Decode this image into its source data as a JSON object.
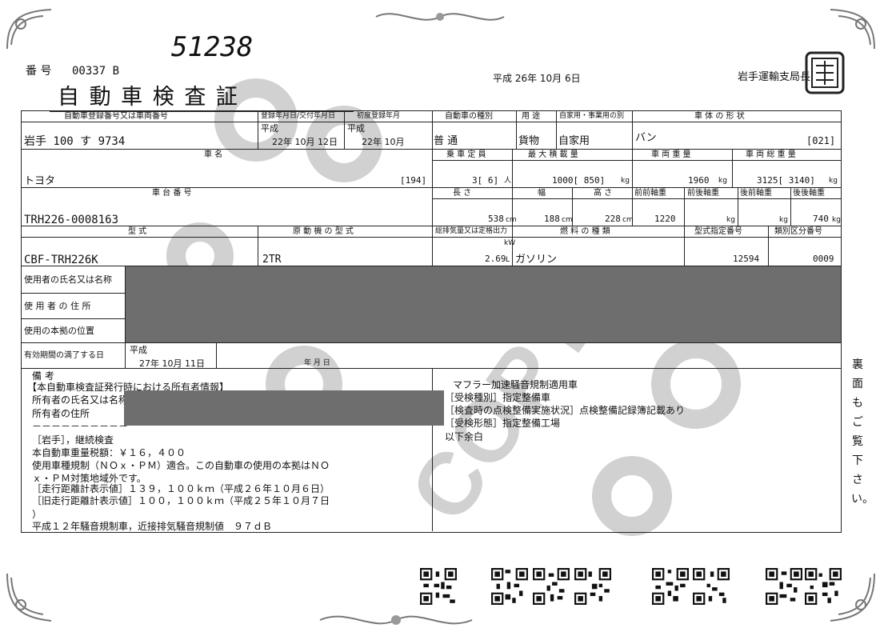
{
  "handwritten_number": "51238",
  "doc_number_label": "番 号",
  "doc_number": "00337 B",
  "title": "自 動 車 検 査 証",
  "issue_date": "平成 26年 10月 6日",
  "issuer": "岩手運輸支局長",
  "headers": {
    "reg_no": "自動車登録番号又は車両番号",
    "reg_date": "登録年月日/交付年月日",
    "first_reg": "初度登録年月",
    "vehicle_kind": "自動車の種別",
    "use": "用 途",
    "private_commercial": "自家用・事業用の別",
    "body_shape": "車 体 の 形 状",
    "maker": "車 名",
    "capacity": "乗 車 定 員",
    "max_load": "最 大 積 載 量",
    "vehicle_weight": "車 両 重 量",
    "gross_weight": "車 両 総 重 量",
    "chassis_no": "車 台 番 号",
    "length": "長 さ",
    "width": "幅",
    "height": "高 さ",
    "ff_axle": "前前軸重",
    "fr_axle": "前後軸重",
    "rf_axle": "後前軸重",
    "rr_axle": "後後軸重",
    "model": "型 式",
    "engine_model": "原 動 機 の 型 式",
    "displacement": "総排気量又は定格出力",
    "fuel": "燃 料 の 種 類",
    "type_designation": "型式指定番号",
    "category_no": "類別区分番号",
    "user_name": "使用者の氏名又は名称",
    "user_address": "使 用 者 の 住 所",
    "base_location": "使用の本拠の位置",
    "expiry": "有効期間の満了する日",
    "remarks": "備 考"
  },
  "values": {
    "reg_no": "岩手 100 す 9734",
    "reg_era": "平成",
    "reg_date": "22年 10月 12日",
    "first_reg_era": "平成",
    "first_reg": "22年 10月",
    "vehicle_kind": "普 通",
    "use": "貨物",
    "private_commercial": "自家用",
    "body_shape": "バン",
    "body_code": "[021]",
    "maker": "トヨタ",
    "maker_code": "[194]",
    "capacity": "3[ 6]",
    "max_load": "1000[ 850]",
    "vehicle_weight": "1960",
    "gross_weight": "3125[ 3140]",
    "chassis_no": "TRH226-0008163",
    "length": "538",
    "width": "188",
    "height": "228",
    "ff_axle": "1220",
    "rr_axle": "740",
    "model": "CBF-TRH226K",
    "engine_model": "2TR",
    "displacement": "2.69",
    "fuel": "ガソリン",
    "type_designation": "12594",
    "category_no": "0009",
    "expiry_era": "平成",
    "expiry": "27年 10月 11日",
    "expiry_blank": "年     月     日"
  },
  "units": {
    "cm": "cm",
    "kg": "kg",
    "kw": "kW",
    "l": "L",
    "person": "人"
  },
  "remarks_left": [
    "【本自動車検査証発行時における所有者情報】",
    "所有者の氏名又は名称",
    "所有者の住所",
    "－－－－－－－－－－",
    "［岩手］，継続検査",
    "本自動車重量税額：￥１６，４００",
    "使用車種規制（ＮＯｘ・ＰＭ）適合。この自動車の使用の本拠はＮＯ",
    "ｘ・ＰＭ対策地域外です。",
    "［走行距離計表示値］１３９，１００ｋｍ（平成２６年１０月６日）",
    "［旧走行距離計表示値］１００，１００ｋｍ（平成２５年１０月７日",
    "）",
    "平成１２年騒音規制車，近接排気騒音規制値　９７ｄＢ"
  ],
  "remarks_right": [
    "マフラー加速騒音規制適用車",
    "［受検種別］指定整備車",
    "［検査時の点検整備実施状況］点検整備記録簿記載あり",
    "［受検形態］指定整備工場",
    "以下余白"
  ],
  "side_note": "裏面もご覧下さい。",
  "watermark": "COPY",
  "colors": {
    "ink": "#111111",
    "redaction": "#6e6e6e",
    "watermark": "#9a9a9a"
  }
}
